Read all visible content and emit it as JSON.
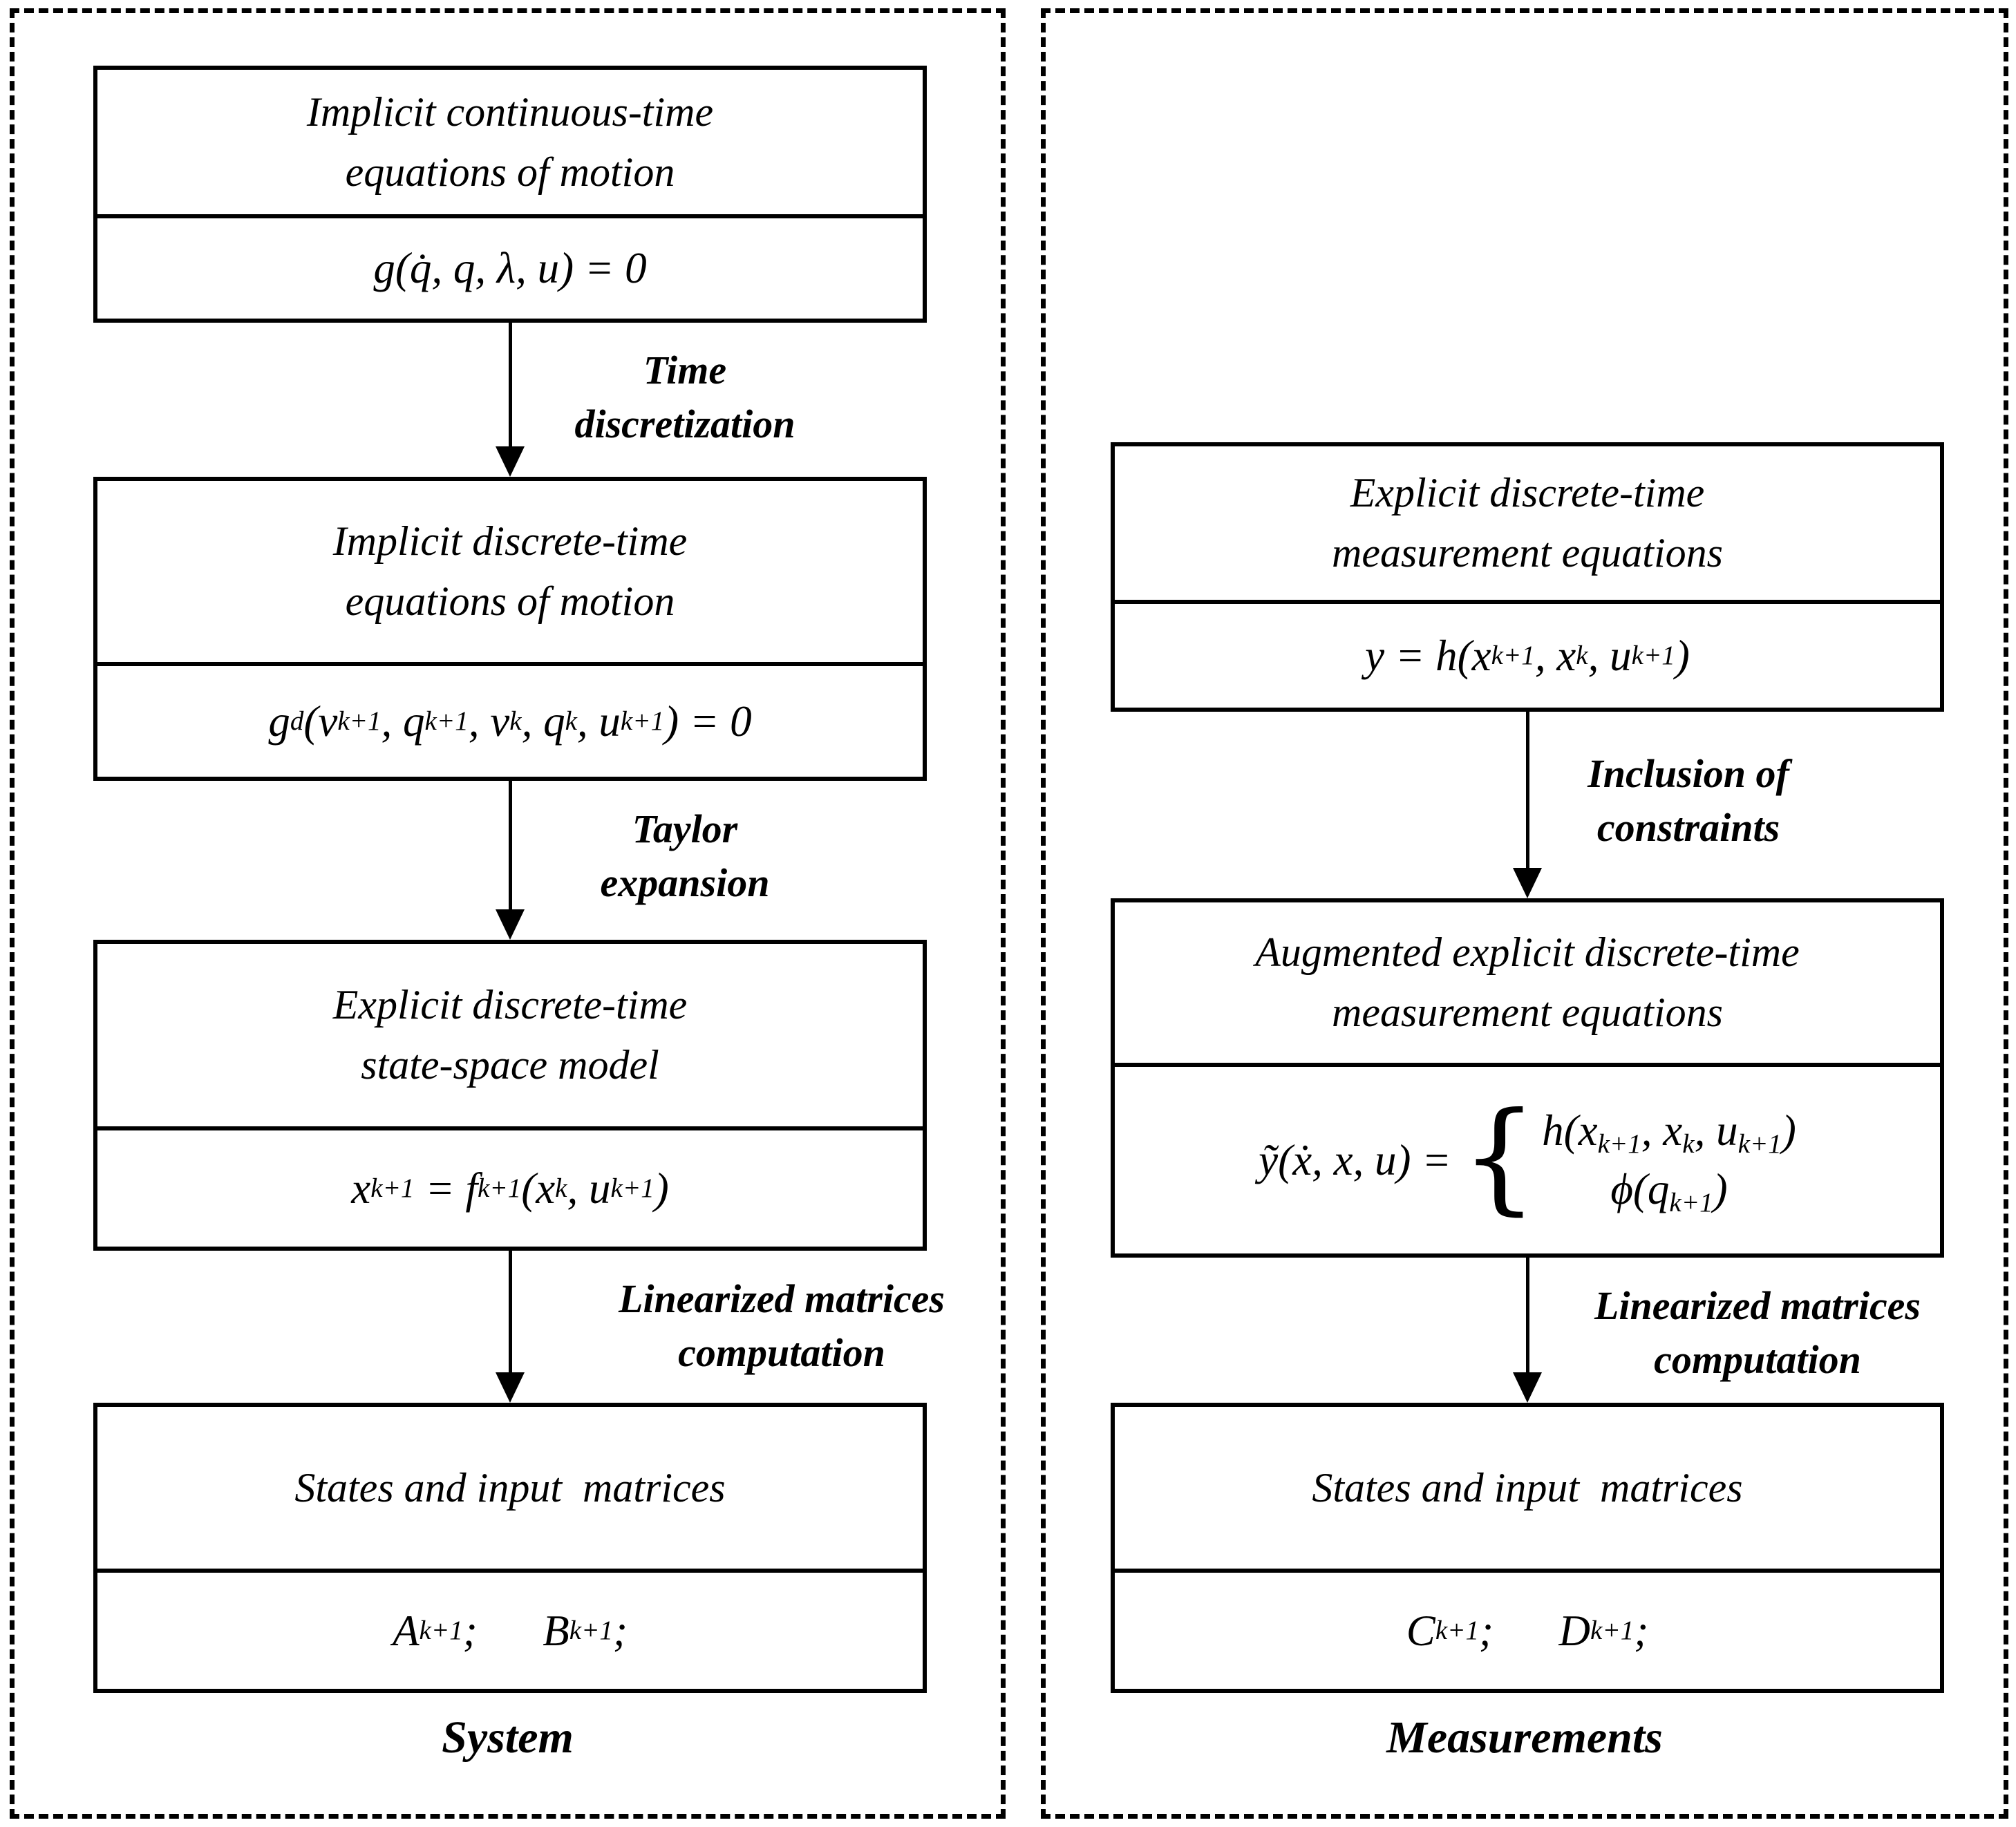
{
  "colors": {
    "ink": "#000000",
    "background": "#ffffff"
  },
  "left_panel": {
    "caption": "System",
    "boxes": [
      {
        "title_line1": "Implicit continuous-time",
        "title_line2": "equations of motion",
        "equation": "g(q̇, q, λ, u) = 0"
      },
      {
        "title_line1": "Implicit discrete-time",
        "title_line2": "equations of motion",
        "equation": "g_{d}(v_{k+1}, q_{k+1}, v_{k}, q_{k}, u_{k+1}) = 0"
      },
      {
        "title_line1": "Explicit discrete-time",
        "title_line2": "state-space model",
        "equation": "x_{k+1} = f_{k+1}(x_{k}, u_{k+1})"
      },
      {
        "title_line1": "States and input  matrices",
        "title_line2": "",
        "equation": "A_{k+1};      B_{k+1};"
      }
    ],
    "arrow_labels": [
      {
        "line1": "Time",
        "line2": "discretization"
      },
      {
        "line1": "Taylor",
        "line2": "expansion"
      },
      {
        "line1": "Linearized matrices",
        "line2": "computation"
      }
    ]
  },
  "right_panel": {
    "caption": "Measurements",
    "boxes": [
      {
        "title_line1": "Explicit discrete-time",
        "title_line2": "measurement equations",
        "equation": "y = h(x_{k+1}, x_{k}, u_{k+1})"
      },
      {
        "title_line1": "Augmented explicit discrete-time",
        "title_line2": "measurement equations",
        "equation_lhs": "ỹ(ẋ, x, u) =",
        "brace": "{",
        "equation_case1": "h(x_{k+1}, x_{k}, u_{k+1})",
        "equation_case2": "ϕ(q_{k+1})"
      },
      {
        "title_line1": "States and input  matrices",
        "title_line2": "",
        "equation": "C_{k+1};      D_{k+1};"
      }
    ],
    "arrow_labels": [
      {
        "line1": "Inclusion of",
        "line2": "constraints"
      },
      {
        "line1": "Linearized matrices",
        "line2": "computation"
      }
    ]
  }
}
